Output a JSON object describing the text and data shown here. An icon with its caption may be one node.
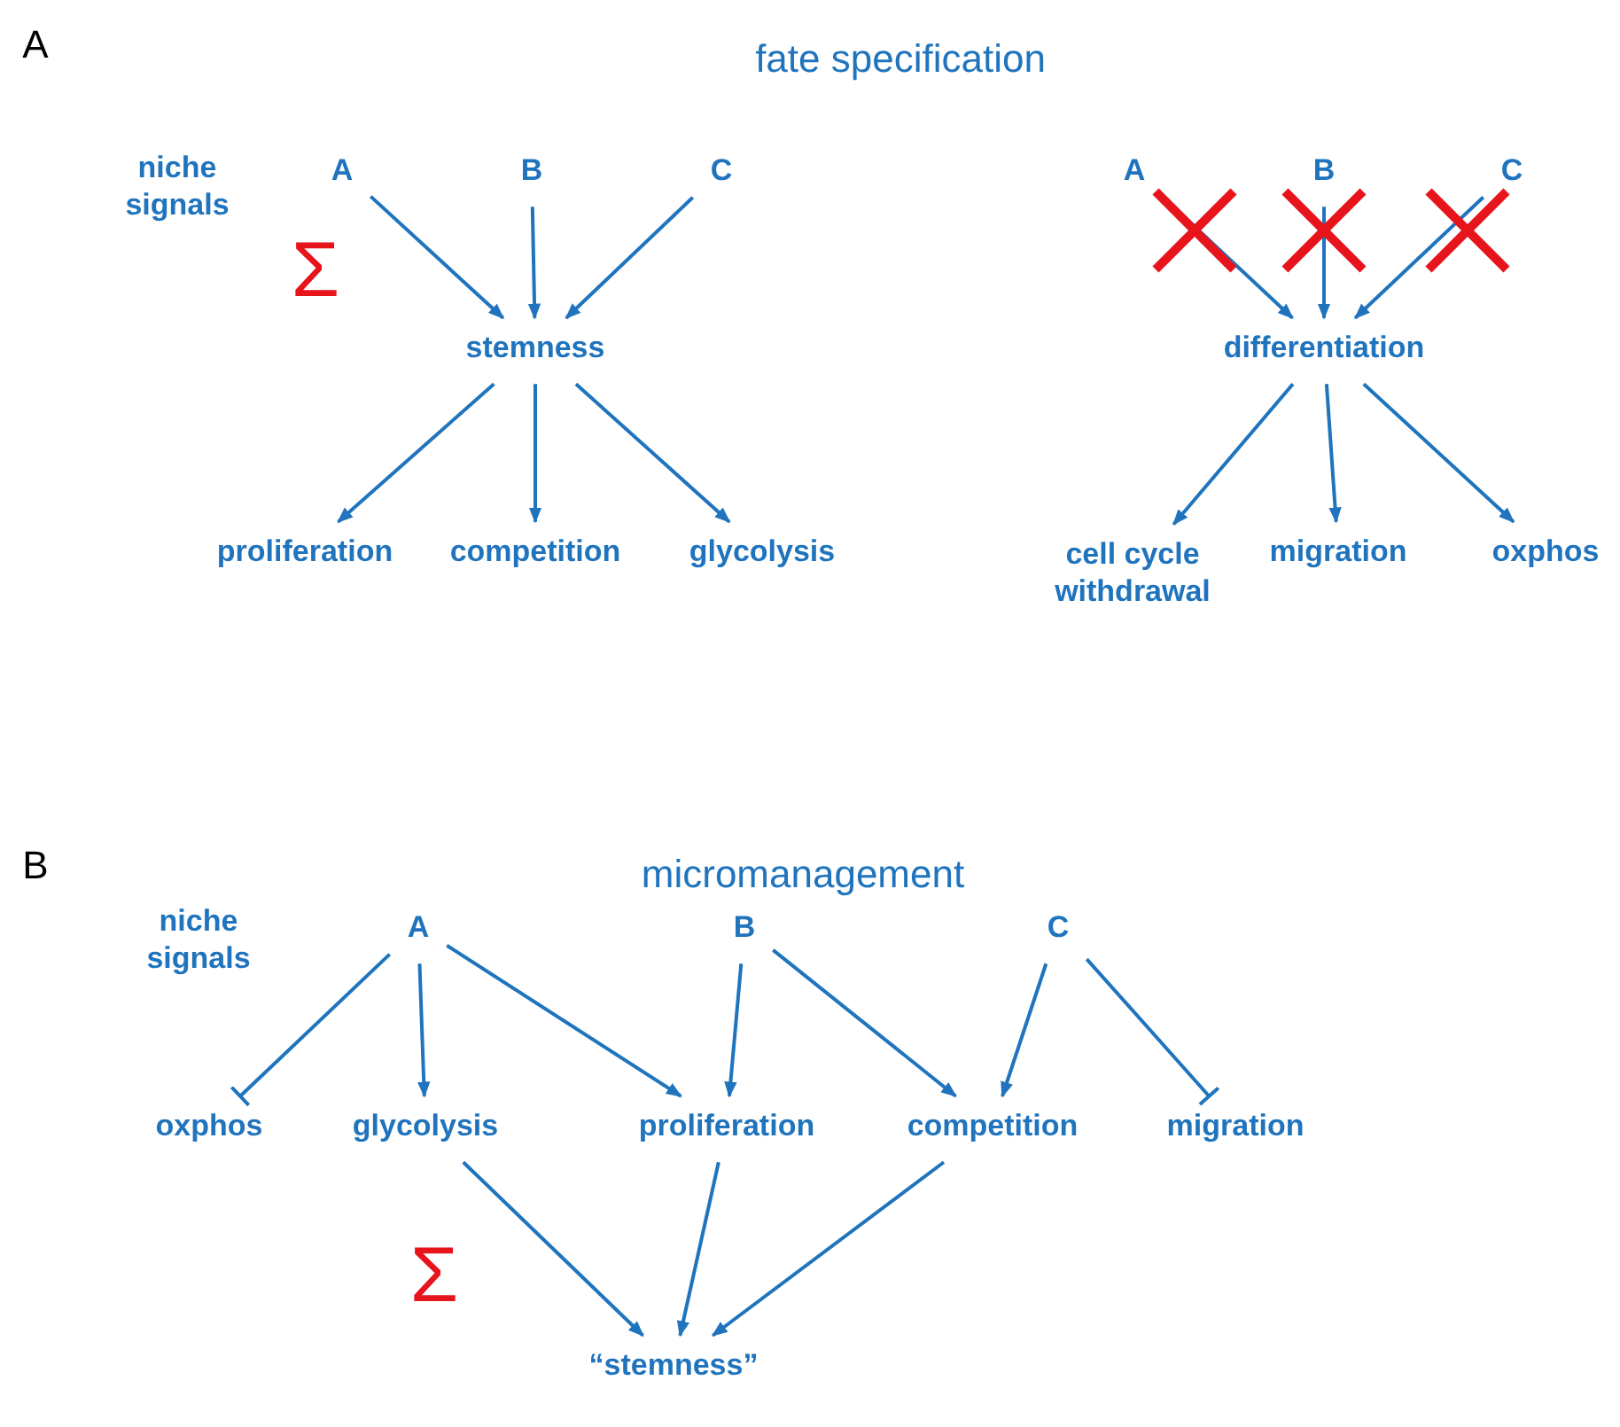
{
  "diagram": {
    "nodes": [
      {
        "text": [
          "A"
        ]
      },
      {
        "text": [
          "B"
        ]
      },
      {
        "text": [
          "C"
        ]
      },
      {
        "text": [
          "stemness"
        ]
      },
      {
        "text": [
          "proliferation"
        ]
      },
      {
        "text": [
          "competition"
        ]
      },
      {
        "text": [
          "glycolysis"
        ]
      },
      {
        "text": [
          "A"
        ]
      },
      {
        "text": [
          "B"
        ]
      },
      {
        "text": [
          "C"
        ]
      },
      {
        "text": [
          "differentiation"
        ]
      },
      {
        "text": [
          "cell cycle withdrawal"
        ]
      },
      {
        "text": [
          "migration"
        ]
      },
      {
        "text": [
          "oxphos"
        ]
      },
      {
        "text": [
          "A"
        ]
      },
      {
        "text": [
          "B"
        ]
      },
      {
        "text": [
          "C"
        ]
      },
      {
        "text": [
          "oxphos"
        ]
      },
      {
        "text": [
          "glycolysis"
        ]
      },
      {
        "text": [
          "proliferation"
        ]
      },
      {
        "text": [
          "competition"
        ]
      },
      {
        "text": [
          "migration"
        ]
      },
      {
        "text": [
          "“stemness”"
        ]
      }
    ],
    "edges": [
      {
        "from": 0,
        "to": 3,
        "arrow": "to"
      },
      {
        "from": 1,
        "to": 3,
        "arrow": "to"
      },
      {
        "from": 2,
        "to": 3,
        "arrow": "to"
      },
      {
        "from": 3,
        "to": 4,
        "arrow": "to"
      },
      {
        "from": 3,
        "to": 5,
        "arrow": "to"
      },
      {
        "from": 3,
        "to": 6,
        "arrow": "to"
      },
      {
        "from": 7,
        "to": 10,
        "arrow": "to"
      },
      {
        "from": 8,
        "to": 10,
        "arrow": "to"
      },
      {
        "from": 9,
        "to": 10,
        "arrow": "to"
      },
      {
        "from": 10,
        "to": 11,
        "arrow": "to"
      },
      {
        "from": 10,
        "to": 12,
        "arrow": "to"
      },
      {
        "from": 10,
        "to": 13,
        "arrow": "to"
      },
      {
        "from": 14,
        "to": 17,
        "arrow": "other"
      },
      {
        "from": 14,
        "to": 18,
        "arrow": "to"
      },
      {
        "from": 14,
        "to": 19,
        "arrow": "to"
      },
      {
        "from": 15,
        "to": 19,
        "arrow": "to"
      },
      {
        "from": 15,
        "to": 20,
        "arrow": "to"
      },
      {
        "from": 16,
        "to": 20,
        "arrow": "to"
      },
      {
        "from": 16,
        "to": 21,
        "arrow": "other"
      },
      {
        "from": 18,
        "to": 22,
        "arrow": "to"
      },
      {
        "from": 19,
        "to": 22,
        "arrow": "to"
      },
      {
        "from": 20,
        "to": 22,
        "arrow": "to"
      }
    ],
    "labels": [
      "A",
      "fate specification",
      "niche signals",
      "Σ",
      "B",
      "micromanagement",
      "niche signals",
      "Σ"
    ]
  }
}
